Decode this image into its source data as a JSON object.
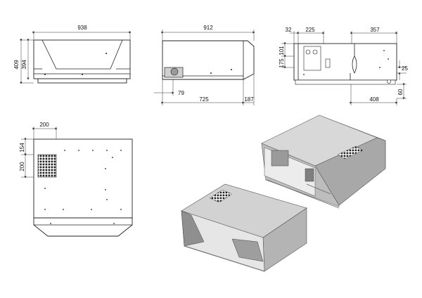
{
  "dimensions": {
    "front_width": "938",
    "front_height_outer": "409",
    "front_height_inner": "394",
    "side_width": "912",
    "side_depth_main": "725",
    "side_depth_extra": "187",
    "side_foot": "79",
    "back_left": "32",
    "back_mid": "225",
    "back_right": "357",
    "back_height_a": "101",
    "back_height_b": "175",
    "back_side": "25",
    "back_bottom": "408",
    "back_low": "60",
    "top_width": "200",
    "top_offset": "154",
    "top_grille": "200"
  },
  "colors": {
    "panel_light": "#d9d9d9",
    "panel_mid": "#b8b8b8",
    "panel_dark": "#8f8f8f",
    "line": "#222222"
  }
}
